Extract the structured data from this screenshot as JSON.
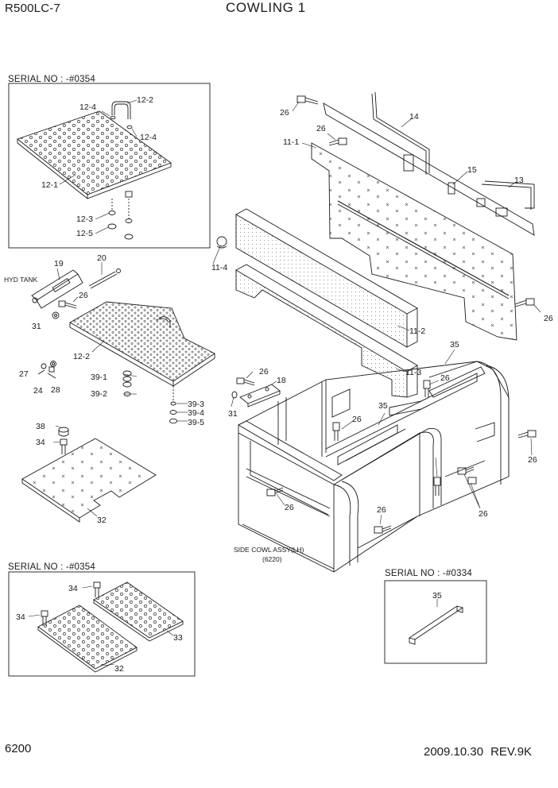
{
  "header": {
    "model": "R500LC-7",
    "title": "COWLING 1"
  },
  "footer": {
    "page": "6200",
    "date": "2009.10.30",
    "revision": "REV.9K"
  },
  "serial_boxes": [
    {
      "text": "SERIAL NO : -#0354"
    },
    {
      "text": "SERIAL NO : -#0354"
    },
    {
      "text": "SERIAL NO : -#0334"
    }
  ],
  "labels": {
    "hyd_tank": "HYD TANK",
    "side_cowl": "SIDE COWL ASSY(LH)",
    "side_cowl_ref": "(6220)"
  },
  "part_numbers": {
    "p12_4a": "12-4",
    "p12_2": "12-2",
    "p12_4b": "12-4",
    "p12_1": "12-1",
    "p12_3": "12-3",
    "p12_5": "12-5",
    "p26a": "26",
    "p14": "14",
    "p26b": "26",
    "p11_1": "11-1",
    "p15": "15",
    "p13": "13",
    "p11_4": "11-4",
    "p19": "19",
    "p20": "20",
    "p26c": "26",
    "p31a": "31",
    "p12_2b": "12-2",
    "p27": "27",
    "p24": "24",
    "p28": "28",
    "p39_1": "39-1",
    "p39_2": "39-2",
    "p39_3": "39-3",
    "p39_4": "39-4",
    "p39_5": "39-5",
    "p26d": "26",
    "p11_2": "11-2",
    "p11_3": "11-3",
    "p35a": "35",
    "p26e": "26",
    "p26f": "26",
    "p18": "18",
    "p31b": "31",
    "p35b": "35",
    "p26g": "26",
    "p26h": "26",
    "p26i": "26",
    "p26j": "26",
    "p26k": "26",
    "p38": "38",
    "p34a": "34",
    "p32a": "32",
    "p34b": "34",
    "p34c": "34",
    "p33": "33",
    "p32b": "32",
    "p35c": "35"
  }
}
